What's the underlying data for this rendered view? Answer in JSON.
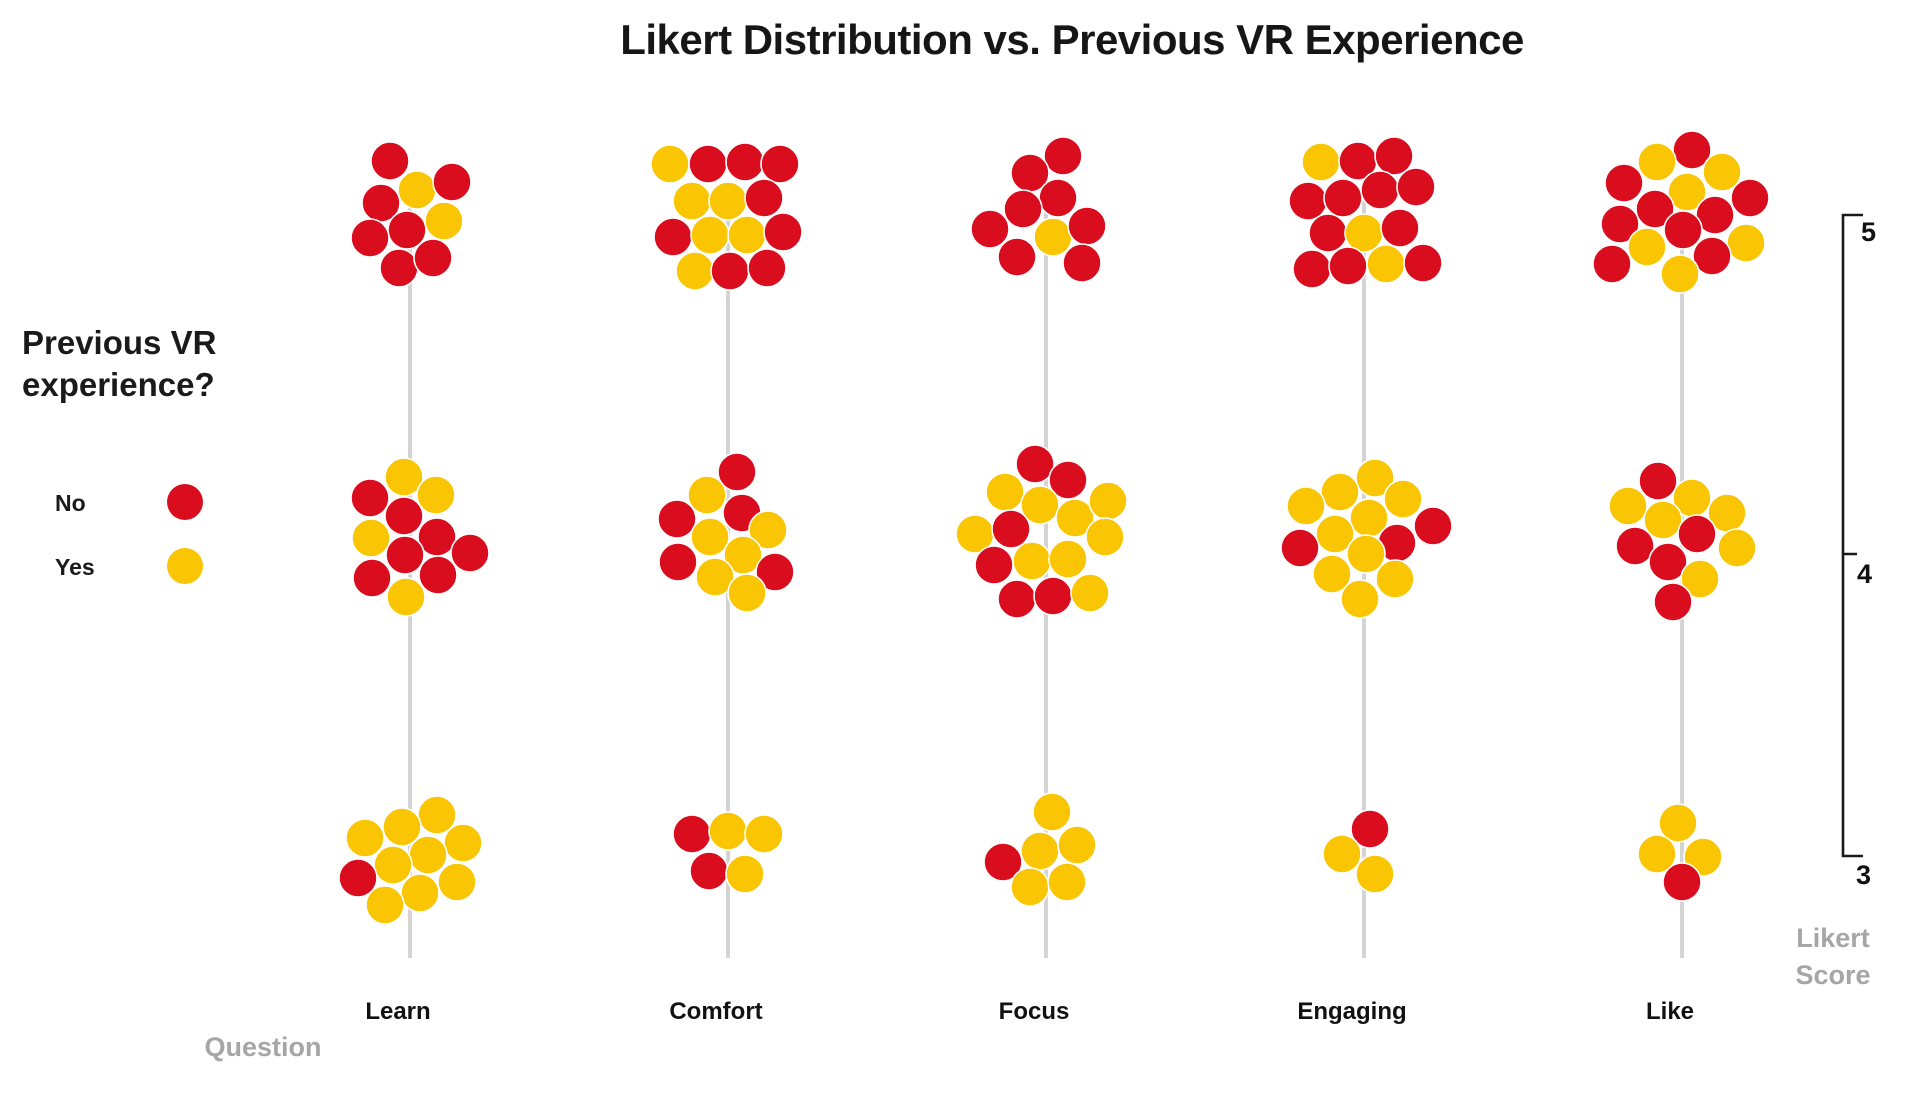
{
  "title": "Likert Distribution vs. Previous VR Experience",
  "legend": {
    "heading_lines": [
      "Previous VR",
      "experience?"
    ],
    "items": [
      {
        "label": "No",
        "color": "#DA0D1F"
      },
      {
        "label": "Yes",
        "color": "#FAC502"
      }
    ]
  },
  "axes": {
    "x_label": "Question",
    "y_label_lines": [
      "Likert",
      "Score"
    ],
    "y_ticks": [
      "5",
      "4",
      "3"
    ]
  },
  "colors": {
    "no_dot": "#DA0D1F",
    "yes_dot": "#FAC502",
    "column_line": "#D4D4D4",
    "bracket": "#1a1a1a",
    "muted_text": "#a6a6a6"
  },
  "chart_data": {
    "type": "scatter",
    "subtype": "likert-dot-swarm",
    "title": "Likert Distribution vs. Previous VR Experience",
    "categories": [
      "Learn",
      "Comfort",
      "Focus",
      "Engaging",
      "Like"
    ],
    "likert_levels": [
      "5",
      "4",
      "3"
    ],
    "legend_title": "Previous VR experience?",
    "series": [
      {
        "name": "No",
        "key": "N",
        "color": "#DA0D1F"
      },
      {
        "name": "Yes",
        "key": "Y",
        "color": "#FAC502"
      }
    ],
    "counts": {
      "Learn": {
        "5": {
          "No": 7,
          "Yes": 2
        },
        "4": {
          "No": 7,
          "Yes": 4
        },
        "3": {
          "No": 1,
          "Yes": 9
        }
      },
      "Comfort": {
        "5": {
          "No": 8,
          "Yes": 6
        },
        "4": {
          "No": 5,
          "Yes": 6
        },
        "3": {
          "No": 2,
          "Yes": 3
        }
      },
      "Focus": {
        "5": {
          "No": 8,
          "Yes": 1
        },
        "4": {
          "No": 6,
          "Yes": 9
        },
        "3": {
          "No": 1,
          "Yes": 5
        }
      },
      "Engaging": {
        "5": {
          "No": 11,
          "Yes": 3
        },
        "4": {
          "No": 3,
          "Yes": 10
        },
        "3": {
          "No": 1,
          "Yes": 2
        }
      },
      "Like": {
        "5": {
          "No": 9,
          "Yes": 6
        },
        "4": {
          "No": 5,
          "Yes": 6
        },
        "3": {
          "No": 1,
          "Yes": 3
        }
      }
    },
    "dots": {
      "Learn": {
        "5": [
          [
            -20,
            -54,
            "N"
          ],
          [
            7,
            -25,
            "Y"
          ],
          [
            42,
            -33,
            "N"
          ],
          [
            -29,
            -12,
            "N"
          ],
          [
            -3,
            15,
            "N"
          ],
          [
            34,
            6,
            "Y"
          ],
          [
            -40,
            23,
            "N"
          ],
          [
            -11,
            53,
            "N"
          ],
          [
            23,
            43,
            "N"
          ]
        ],
        "4": [
          [
            -6,
            -68,
            "Y"
          ],
          [
            -40,
            -47,
            "N"
          ],
          [
            26,
            -50,
            "Y"
          ],
          [
            -6,
            -29,
            "N"
          ],
          [
            -39,
            -7,
            "Y"
          ],
          [
            27,
            -8,
            "N"
          ],
          [
            -5,
            10,
            "N"
          ],
          [
            60,
            8,
            "N"
          ],
          [
            -38,
            33,
            "N"
          ],
          [
            28,
            30,
            "N"
          ],
          [
            -4,
            52,
            "Y"
          ]
        ],
        "3": [
          [
            27,
            -41,
            "Y"
          ],
          [
            -8,
            -29,
            "Y"
          ],
          [
            -45,
            -18,
            "Y"
          ],
          [
            53,
            -13,
            "Y"
          ],
          [
            18,
            -1,
            "Y"
          ],
          [
            -17,
            9,
            "Y"
          ],
          [
            -52,
            22,
            "N"
          ],
          [
            47,
            26,
            "Y"
          ],
          [
            10,
            37,
            "Y"
          ],
          [
            -25,
            49,
            "Y"
          ]
        ]
      },
      "Comfort": {
        "5": [
          [
            -58,
            -51,
            "Y"
          ],
          [
            -20,
            -51,
            "N"
          ],
          [
            17,
            -53,
            "N"
          ],
          [
            52,
            -51,
            "N"
          ],
          [
            -36,
            -14,
            "Y"
          ],
          [
            0,
            -14,
            "Y"
          ],
          [
            36,
            -17,
            "N"
          ],
          [
            -55,
            22,
            "N"
          ],
          [
            -18,
            20,
            "Y"
          ],
          [
            19,
            20,
            "Y"
          ],
          [
            55,
            17,
            "N"
          ],
          [
            -33,
            56,
            "Y"
          ],
          [
            2,
            56,
            "N"
          ],
          [
            39,
            53,
            "N"
          ]
        ],
        "4": [
          [
            9,
            -73,
            "N"
          ],
          [
            -21,
            -50,
            "Y"
          ],
          [
            14,
            -32,
            "N"
          ],
          [
            -51,
            -26,
            "N"
          ],
          [
            -18,
            -8,
            "Y"
          ],
          [
            40,
            -15,
            "Y"
          ],
          [
            15,
            10,
            "Y"
          ],
          [
            -50,
            17,
            "N"
          ],
          [
            -13,
            32,
            "Y"
          ],
          [
            47,
            27,
            "N"
          ],
          [
            19,
            48,
            "Y"
          ]
        ],
        "3": [
          [
            -36,
            -22,
            "N"
          ],
          [
            0,
            -25,
            "Y"
          ],
          [
            36,
            -22,
            "Y"
          ],
          [
            -19,
            15,
            "N"
          ],
          [
            17,
            18,
            "Y"
          ]
        ]
      },
      "Focus": {
        "5": [
          [
            17,
            -59,
            "N"
          ],
          [
            -16,
            -42,
            "N"
          ],
          [
            12,
            -17,
            "N"
          ],
          [
            -23,
            -6,
            "N"
          ],
          [
            -56,
            14,
            "N"
          ],
          [
            7,
            22,
            "Y"
          ],
          [
            41,
            11,
            "N"
          ],
          [
            -29,
            42,
            "N"
          ],
          [
            36,
            48,
            "N"
          ]
        ],
        "4": [
          [
            -11,
            -81,
            "N"
          ],
          [
            22,
            -65,
            "N"
          ],
          [
            -41,
            -53,
            "Y"
          ],
          [
            -6,
            -40,
            "Y"
          ],
          [
            29,
            -27,
            "Y"
          ],
          [
            62,
            -44,
            "Y"
          ],
          [
            -71,
            -11,
            "Y"
          ],
          [
            -35,
            -16,
            "N"
          ],
          [
            59,
            -8,
            "Y"
          ],
          [
            -52,
            20,
            "N"
          ],
          [
            -14,
            16,
            "Y"
          ],
          [
            22,
            14,
            "Y"
          ],
          [
            -29,
            54,
            "N"
          ],
          [
            7,
            51,
            "N"
          ],
          [
            44,
            48,
            "Y"
          ]
        ],
        "3": [
          [
            6,
            -44,
            "Y"
          ],
          [
            -6,
            -5,
            "Y"
          ],
          [
            31,
            -11,
            "Y"
          ],
          [
            -43,
            6,
            "N"
          ],
          [
            -16,
            31,
            "Y"
          ],
          [
            21,
            26,
            "Y"
          ]
        ]
      },
      "Engaging": {
        "5": [
          [
            -43,
            -53,
            "Y"
          ],
          [
            -6,
            -54,
            "N"
          ],
          [
            30,
            -59,
            "N"
          ],
          [
            -56,
            -14,
            "N"
          ],
          [
            -21,
            -17,
            "N"
          ],
          [
            16,
            -25,
            "N"
          ],
          [
            52,
            -28,
            "N"
          ],
          [
            -36,
            18,
            "N"
          ],
          [
            0,
            18,
            "Y"
          ],
          [
            36,
            13,
            "N"
          ],
          [
            -52,
            54,
            "N"
          ],
          [
            -16,
            51,
            "N"
          ],
          [
            22,
            49,
            "Y"
          ],
          [
            59,
            48,
            "N"
          ]
        ],
        "4": [
          [
            11,
            -67,
            "Y"
          ],
          [
            -24,
            -53,
            "Y"
          ],
          [
            39,
            -46,
            "Y"
          ],
          [
            -58,
            -39,
            "Y"
          ],
          [
            5,
            -27,
            "Y"
          ],
          [
            -29,
            -11,
            "Y"
          ],
          [
            33,
            -2,
            "N"
          ],
          [
            69,
            -19,
            "N"
          ],
          [
            -64,
            3,
            "N"
          ],
          [
            2,
            9,
            "Y"
          ],
          [
            -32,
            29,
            "Y"
          ],
          [
            31,
            34,
            "Y"
          ],
          [
            -4,
            54,
            "Y"
          ]
        ],
        "3": [
          [
            6,
            -27,
            "N"
          ],
          [
            -22,
            -2,
            "Y"
          ],
          [
            11,
            18,
            "Y"
          ]
        ]
      },
      "Like": {
        "5": [
          [
            10,
            -65,
            "N"
          ],
          [
            -25,
            -53,
            "Y"
          ],
          [
            40,
            -43,
            "Y"
          ],
          [
            -58,
            -32,
            "N"
          ],
          [
            5,
            -23,
            "Y"
          ],
          [
            68,
            -17,
            "N"
          ],
          [
            -27,
            -6,
            "N"
          ],
          [
            33,
            0,
            "N"
          ],
          [
            -62,
            9,
            "N"
          ],
          [
            1,
            15,
            "N"
          ],
          [
            -35,
            32,
            "Y"
          ],
          [
            64,
            28,
            "Y"
          ],
          [
            -70,
            49,
            "N"
          ],
          [
            30,
            41,
            "N"
          ],
          [
            -2,
            59,
            "Y"
          ]
        ],
        "4": [
          [
            -24,
            -64,
            "N"
          ],
          [
            -54,
            -39,
            "Y"
          ],
          [
            10,
            -47,
            "Y"
          ],
          [
            -19,
            -25,
            "Y"
          ],
          [
            45,
            -32,
            "Y"
          ],
          [
            -47,
            1,
            "N"
          ],
          [
            15,
            -11,
            "N"
          ],
          [
            -14,
            17,
            "N"
          ],
          [
            55,
            3,
            "Y"
          ],
          [
            18,
            34,
            "Y"
          ],
          [
            -9,
            57,
            "N"
          ]
        ],
        "3": [
          [
            -4,
            -33,
            "Y"
          ],
          [
            -25,
            -2,
            "Y"
          ],
          [
            21,
            1,
            "Y"
          ],
          [
            0,
            26,
            "N"
          ]
        ]
      }
    },
    "layout_note": "dots are [dx,dy,series] offsets from each question/score cluster centre",
    "grid": false,
    "legend_position": "left"
  }
}
